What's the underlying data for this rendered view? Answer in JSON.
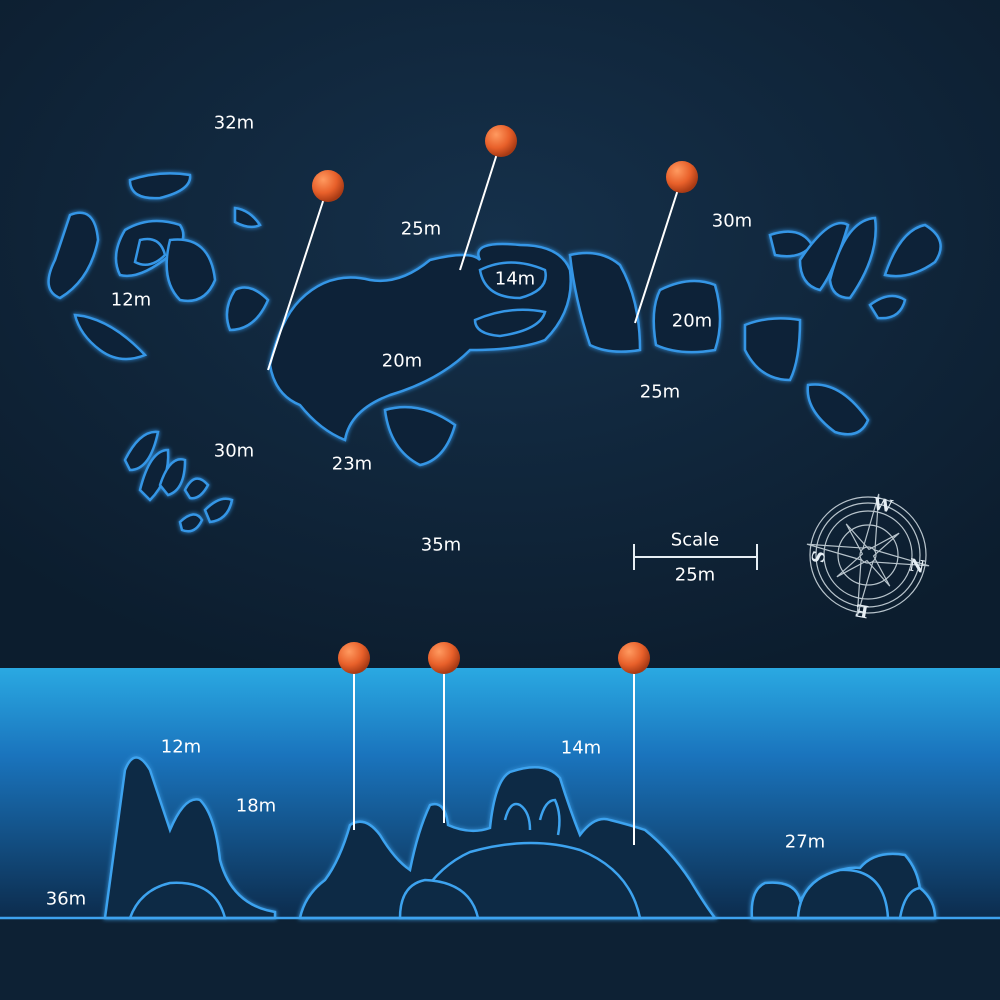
{
  "colors": {
    "background": "#0f2234",
    "reef_outline": "#2f8fe0",
    "water_top": "#2aa9e2",
    "water_bottom": "#0c2c4d",
    "pin": "#e8602a",
    "line": "#ffffff"
  },
  "top_view": {
    "depth_labels": [
      "32m",
      "25m",
      "14m",
      "30m",
      "12m",
      "20m",
      "20m",
      "25m",
      "30m",
      "23m",
      "35m"
    ],
    "pins": 3
  },
  "scale": {
    "title": "Scale",
    "value": "25m"
  },
  "compass": {
    "icon": "compass-rose-icon",
    "letters": [
      "W",
      "N",
      "E",
      "S"
    ]
  },
  "profile_view": {
    "depth_labels": [
      "12m",
      "18m",
      "14m",
      "27m",
      "36m"
    ],
    "pins": 3
  }
}
